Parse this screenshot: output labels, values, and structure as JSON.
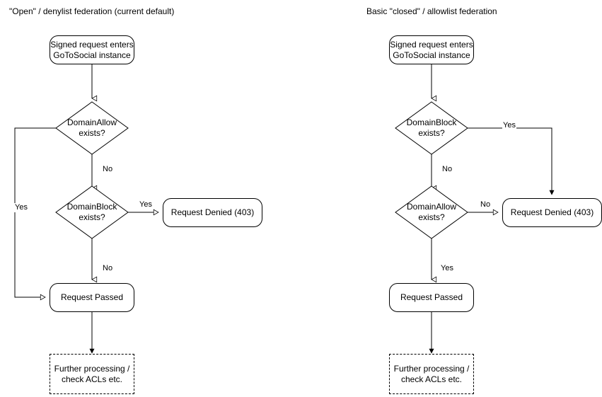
{
  "diagrams": [
    {
      "id": "open-denylist",
      "title": "\"Open\" / denylist federation (current default)",
      "nodes": {
        "entry": "Signed request enters\nGoToSocial instance",
        "first_decision": "DomainAllow\nexists?",
        "second_decision": "DomainBlock\nexists?",
        "denied": "Request Denied (403)",
        "passed": "Request Passed",
        "further": "Further processing /\ncheck ACLs etc."
      },
      "edge_labels": {
        "allow_yes": "Yes",
        "allow_no": "No",
        "block_yes": "Yes",
        "block_no": "No"
      }
    },
    {
      "id": "closed-allowlist",
      "title": "Basic \"closed\" / allowlist federation",
      "nodes": {
        "entry": "Signed request enters\nGoToSocial instance",
        "first_decision": "DomainBlock\nexists?",
        "second_decision": "DomainAllow\nexists?",
        "denied": "Request Denied (403)",
        "passed": "Request Passed",
        "further": "Further processing /\ncheck ACLs etc."
      },
      "edge_labels": {
        "block_yes": "Yes",
        "block_no": "No",
        "allow_no": "No",
        "allow_yes": "Yes"
      }
    }
  ],
  "style": {
    "stroke": "#000000",
    "background": "#ffffff",
    "text": "#000000"
  }
}
